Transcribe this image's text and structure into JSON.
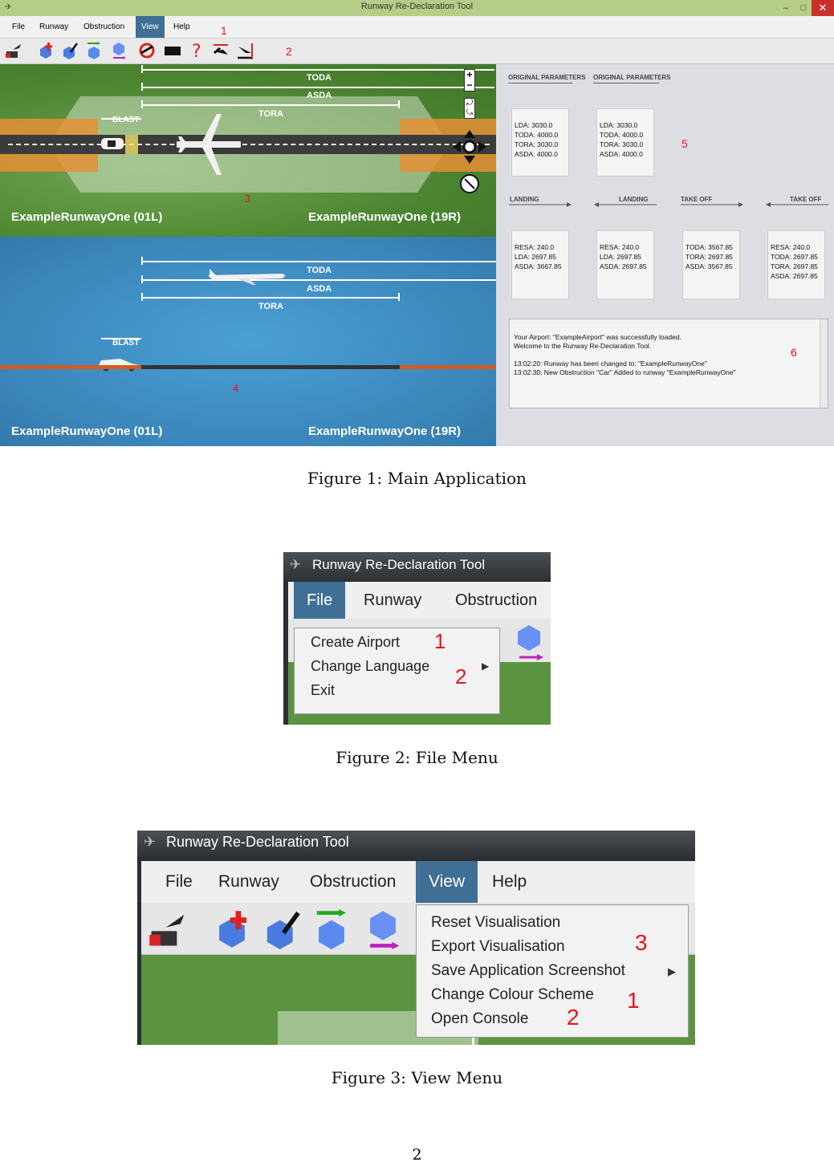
{
  "fig1": {
    "window_title": "Runway Re-Declaration Tool",
    "window_controls": {
      "minimize": "–",
      "maximize": "□",
      "close": "✕"
    },
    "menu": [
      "File",
      "Runway",
      "Obstruction",
      "View",
      "Help"
    ],
    "selected_menu": "View",
    "markers": [
      "1",
      "2",
      "3",
      "4",
      "5",
      "6"
    ],
    "top_view": {
      "labels": {
        "toda": "TODA",
        "asda": "ASDA",
        "tora": "TORA",
        "blast": "BLAST"
      },
      "left_runway": "ExampleRunwayOne (01L)",
      "right_runway": "ExampleRunwayOne (19R)"
    },
    "side_view": {
      "labels": {
        "toda": "TODA",
        "asda": "ASDA",
        "tora": "TORA",
        "blast": "BLAST"
      },
      "left_runway": "ExampleRunwayOne (01L)",
      "right_runway": "ExampleRunwayOne (19R)"
    },
    "params": {
      "original_heading": "ORIGINAL PARAMETERS",
      "original_boxes": [
        "LDA: 3030.0\nTODA: 4000.0\nTORA: 3030.0\nASDA: 4000.0",
        "LDA: 3030.0\nTODA: 4000.0\nTORA: 3030.0\nASDA: 4000.0"
      ],
      "section_headings": [
        "LANDING",
        "LANDING",
        "TAKE OFF",
        "TAKE OFF"
      ],
      "recalc_boxes": [
        "RESA: 240.0\nLDA: 2697.85\nASDA: 3667.85",
        "RESA: 240.0\nLDA: 2697.85\nASDA: 2697.85",
        "TODA: 3567.85\nTORA: 2697.85\nASDA: 3567.85",
        "RESA: 240.0\nTODA: 2697.85\nTORA: 2697.85\nASDA: 2697.85"
      ]
    },
    "console": "Your Airport: \"ExampleAirport\" was successfully loaded.\nWelcome to the Runway Re-Declaration Tool.\n\n13:02:20: Runway has been changed to: \"ExampleRunwayOne\"\n13:02:30: New Obstruction \"Car\" Added to runway \"ExampleRunwayOne\"",
    "caption": "Figure 1: Main Application"
  },
  "fig2": {
    "window_title": "Runway Re-Declaration Tool",
    "menu": [
      "File",
      "Runway",
      "Obstruction"
    ],
    "dropdown": [
      "Create Airport",
      "Change Language",
      "Exit"
    ],
    "markers": [
      "1",
      "2"
    ],
    "caption": "Figure 2: File Menu"
  },
  "fig3": {
    "window_title": "Runway Re-Declaration Tool",
    "menu": [
      "File",
      "Runway",
      "Obstruction",
      "View",
      "Help"
    ],
    "dropdown": [
      "Reset Visualisation",
      "Export Visualisation",
      "Save Application Screenshot",
      "Change Colour Scheme",
      "Open Console"
    ],
    "markers": [
      "3",
      "1",
      "2"
    ],
    "caption": "Figure 3: View Menu"
  },
  "page_number": "2"
}
